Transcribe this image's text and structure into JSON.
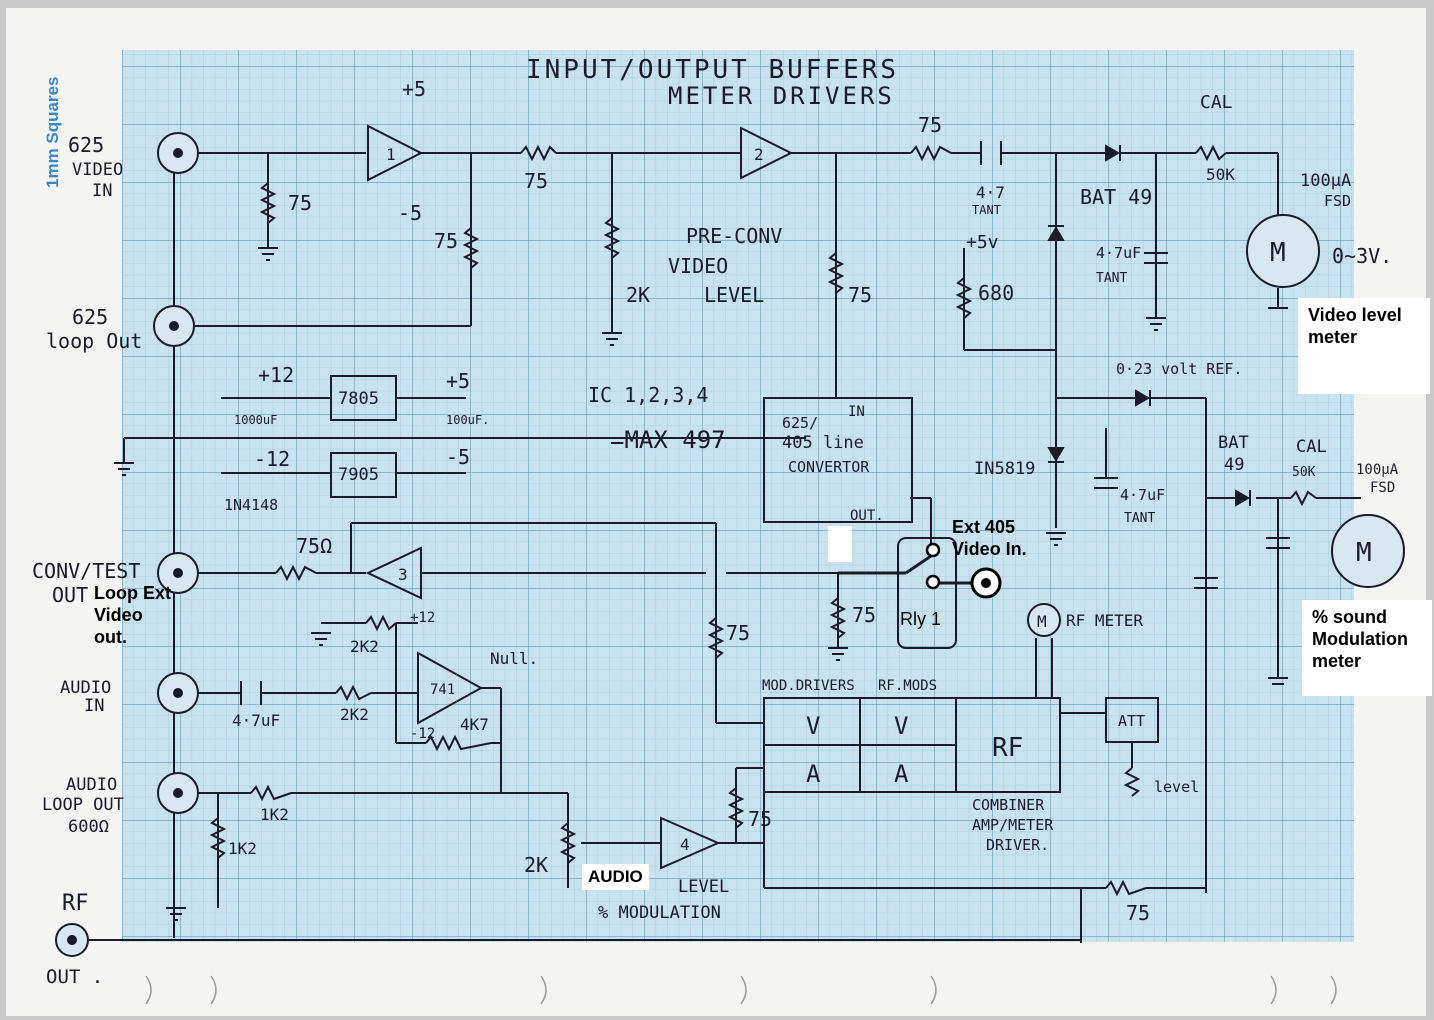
{
  "sheet_note": "1mm Squares",
  "title": {
    "line1": "INPUT/OUTPUT BUFFERS",
    "line2": "METER DRIVERS"
  },
  "colors": {
    "grid": "#8fbfd6",
    "grid_major": "#5e9fc4",
    "ink": "#1a1a2a",
    "paper": "#c8e2ef",
    "note_blue": "#3a86c6"
  },
  "inputs": {
    "video_in": [
      "625",
      "VIDEO",
      "IN"
    ],
    "loop_out": [
      "625",
      "loop Out"
    ],
    "conv_test": [
      "CONV/TEST",
      "OUT"
    ],
    "audio_in": [
      "AUDIO",
      "IN"
    ],
    "audio_loop": [
      "AUDIO",
      "LOOP OUT",
      "600Ω"
    ],
    "rf_out": [
      "RF",
      "OUT ."
    ]
  },
  "components": {
    "r75": "75",
    "r75_ohm": "75Ω",
    "r680": "680",
    "r1k2": "1K2",
    "r2k2": "2K2",
    "r4k7": "4K7",
    "r2k": "2K",
    "r50k": "50K",
    "plus5": "+5",
    "minus5": "-5",
    "plus12": "+12",
    "minus12": "-12",
    "plus5v": "+5v",
    "reg_7805": "7805",
    "reg_7905": "7905",
    "diode_1n4148": "1N4148",
    "cap_1000": "1000uF",
    "cap_100": "100uF.",
    "cap_47uf": "4·7uF",
    "cap_47_tant_a": "4·7",
    "tant": "TANT",
    "cap_47p": "4·7uF",
    "tant_b": "TANT",
    "bat49": "BAT 49",
    "bat": "BAT",
    "n49": "49",
    "in5819": "IN5819",
    "cal": "CAL",
    "meter_100ua": "100μA",
    "fsd": "FSD",
    "meter_m": "M",
    "range": "0~3V.",
    "ref": "0·23 volt REF.",
    "ic_note": "IC 1,2,3,4",
    "ic_max": "=MAX 497",
    "pre_conv": [
      "PRE-CONV",
      "VIDEO",
      "LEVEL"
    ],
    "converter": [
      "625/",
      "405 line",
      "CONVERTOR"
    ],
    "conv_in": "IN",
    "conv_out": "OUT.",
    "null": "Null.",
    "op741": "741",
    "mod_drivers": "MOD.DRIVERS",
    "rf_mods": "RF.MODS",
    "v": "V",
    "a": "A",
    "rf": "RF",
    "combiner": [
      "COMBINER",
      "AMP/METER",
      "DRIVER."
    ],
    "att": "ATT",
    "level": "level",
    "rf_meter": "RF METER",
    "audio_level": [
      "LEVEL",
      "% MODULATION"
    ],
    "amp1": "1",
    "amp2": "2",
    "amp3": "3",
    "amp4": "4"
  },
  "callouts": {
    "video_level_meter": [
      "Video level",
      "meter"
    ],
    "sound_meter": [
      "% sound",
      "Modulation",
      "meter"
    ],
    "ext_405": [
      "Ext  405",
      "Video In."
    ],
    "loop_ext": [
      "Loop Ext",
      "Video",
      "out."
    ],
    "audio": "AUDIO",
    "rly": "Rly 1"
  }
}
